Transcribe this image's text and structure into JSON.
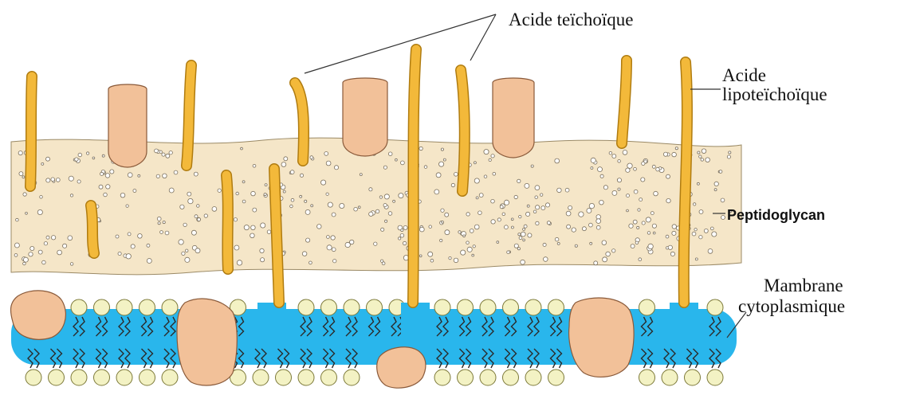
{
  "labels": {
    "teichoic_acid": "Acide teïchoïque",
    "lipoteichoic_line1": "Acide",
    "lipoteichoic_line2": "lipoteïchoïque",
    "peptidoglycan": "Peptidoglycan",
    "membrane_line1": "Mambrane",
    "membrane_line2": "cytoplasmique"
  },
  "colors": {
    "peptidoglycan_fill": "#f5e6c8",
    "peptidoglycan_dots": "#7a6f5c",
    "teichoic_fill": "#f3b93a",
    "teichoic_edge": "#b07c10",
    "protein_fill": "#f2c199",
    "protein_edge": "#8a5a3a",
    "membrane_fill": "#29b6ec",
    "lipid_head_fill": "#f3f2c4",
    "lipid_head_edge": "#7d7a3a",
    "lipid_tail": "#2a2a2a",
    "leader_line": "#333333"
  }
}
